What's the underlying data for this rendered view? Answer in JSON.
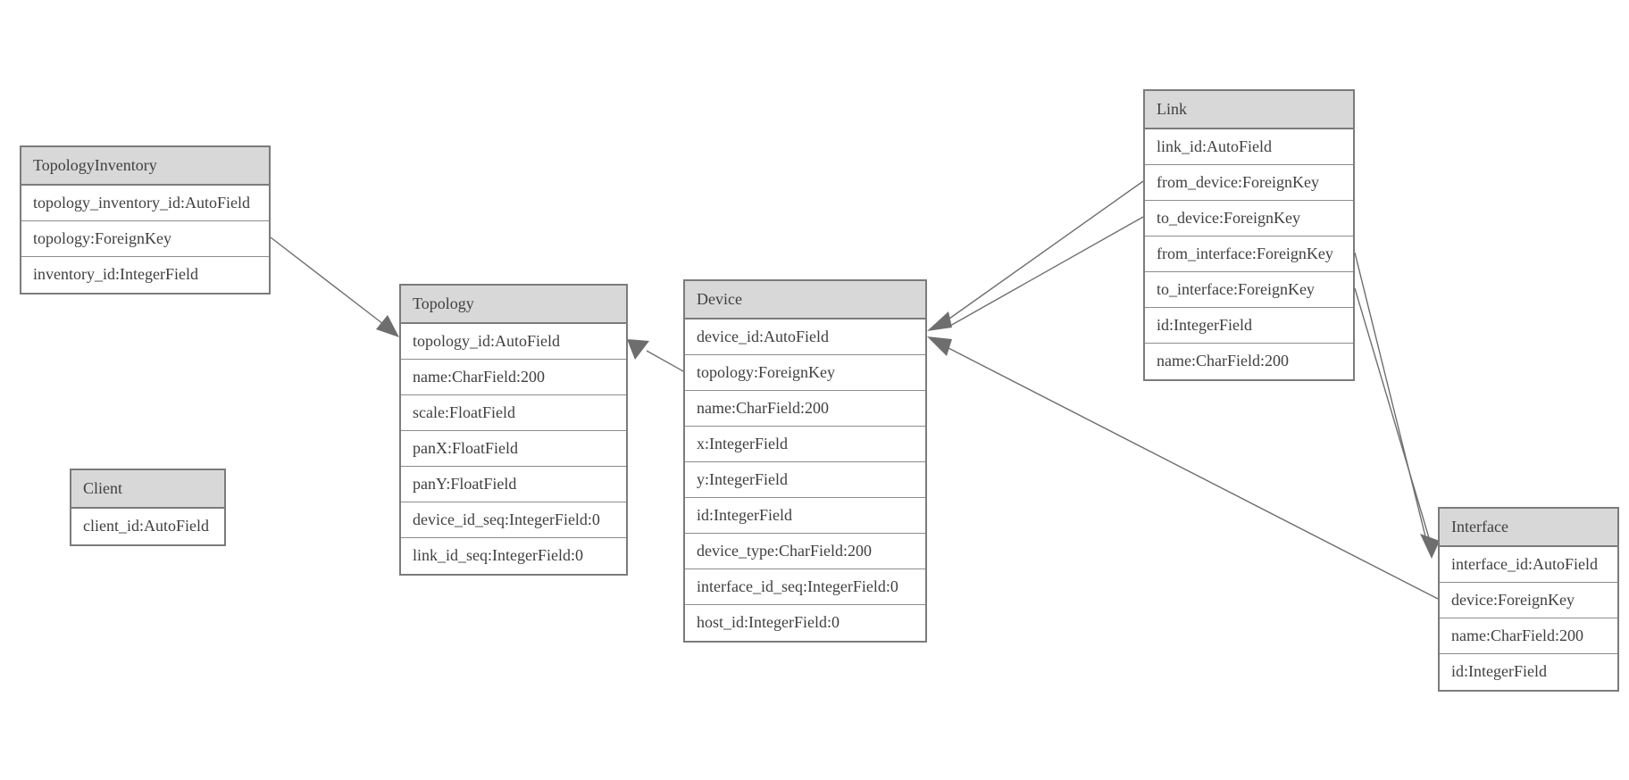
{
  "colors": {
    "header_bg": "#d8d8d8",
    "border": "#7b7b7b",
    "row_border": "#8c8c8c",
    "text": "#3f3f3f",
    "line": "#6e6e6e",
    "background": "#ffffff"
  },
  "entities": [
    {
      "name": "TopologyInventory",
      "fields": [
        "topology_inventory_id:AutoField",
        "topology:ForeignKey",
        "inventory_id:IntegerField"
      ]
    },
    {
      "name": "Topology",
      "fields": [
        "topology_id:AutoField",
        "name:CharField:200",
        "scale:FloatField",
        "panX:FloatField",
        "panY:FloatField",
        "device_id_seq:IntegerField:0",
        "link_id_seq:IntegerField:0"
      ]
    },
    {
      "name": "Client",
      "fields": [
        "client_id:AutoField"
      ]
    },
    {
      "name": "Device",
      "fields": [
        "device_id:AutoField",
        "topology:ForeignKey",
        "name:CharField:200",
        "x:IntegerField",
        "y:IntegerField",
        "id:IntegerField",
        "device_type:CharField:200",
        "interface_id_seq:IntegerField:0",
        "host_id:IntegerField:0"
      ]
    },
    {
      "name": "Link",
      "fields": [
        "link_id:AutoField",
        "from_device:ForeignKey",
        "to_device:ForeignKey",
        "from_interface:ForeignKey",
        "to_interface:ForeignKey",
        "id:IntegerField",
        "name:CharField:200"
      ]
    },
    {
      "name": "Interface",
      "fields": [
        "interface_id:AutoField",
        "device:ForeignKey",
        "name:CharField:200",
        "id:IntegerField"
      ]
    }
  ],
  "relations": [
    {
      "from": "TopologyInventory",
      "via": "topology",
      "to": "Topology"
    },
    {
      "from": "Device",
      "via": "topology",
      "to": "Topology"
    },
    {
      "from": "Link",
      "via": "from_device",
      "to": "Device"
    },
    {
      "from": "Link",
      "via": "to_device",
      "to": "Device"
    },
    {
      "from": "Link",
      "via": "from_interface",
      "to": "Interface"
    },
    {
      "from": "Link",
      "via": "to_interface",
      "to": "Interface"
    },
    {
      "from": "Interface",
      "via": "device",
      "to": "Device"
    }
  ]
}
